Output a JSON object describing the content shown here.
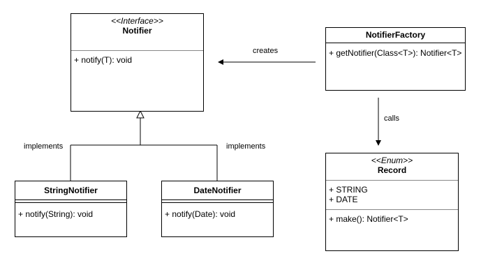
{
  "classes": {
    "notifier": {
      "stereotype": "<<Interface>>",
      "name": "Notifier",
      "methods": [
        "+ notify(T): void"
      ]
    },
    "notifier_factory": {
      "name": "NotifierFactory",
      "methods": [
        "+ getNotifier(Class<T>): Notifier<T>"
      ]
    },
    "string_notifier": {
      "name": "StringNotifier",
      "methods": [
        "+ notify(String): void"
      ]
    },
    "date_notifier": {
      "name": "DateNotifier",
      "methods": [
        "+ notify(Date): void"
      ]
    },
    "record": {
      "stereotype": "<<Enum>>",
      "name": "Record",
      "values": [
        "+ STRING",
        "+ DATE"
      ],
      "methods": [
        "+ make(): Notifier<T>"
      ]
    }
  },
  "relations": {
    "creates_label": "creates",
    "calls_label": "calls",
    "implements_left_label": "implements",
    "implements_right_label": "implements"
  }
}
